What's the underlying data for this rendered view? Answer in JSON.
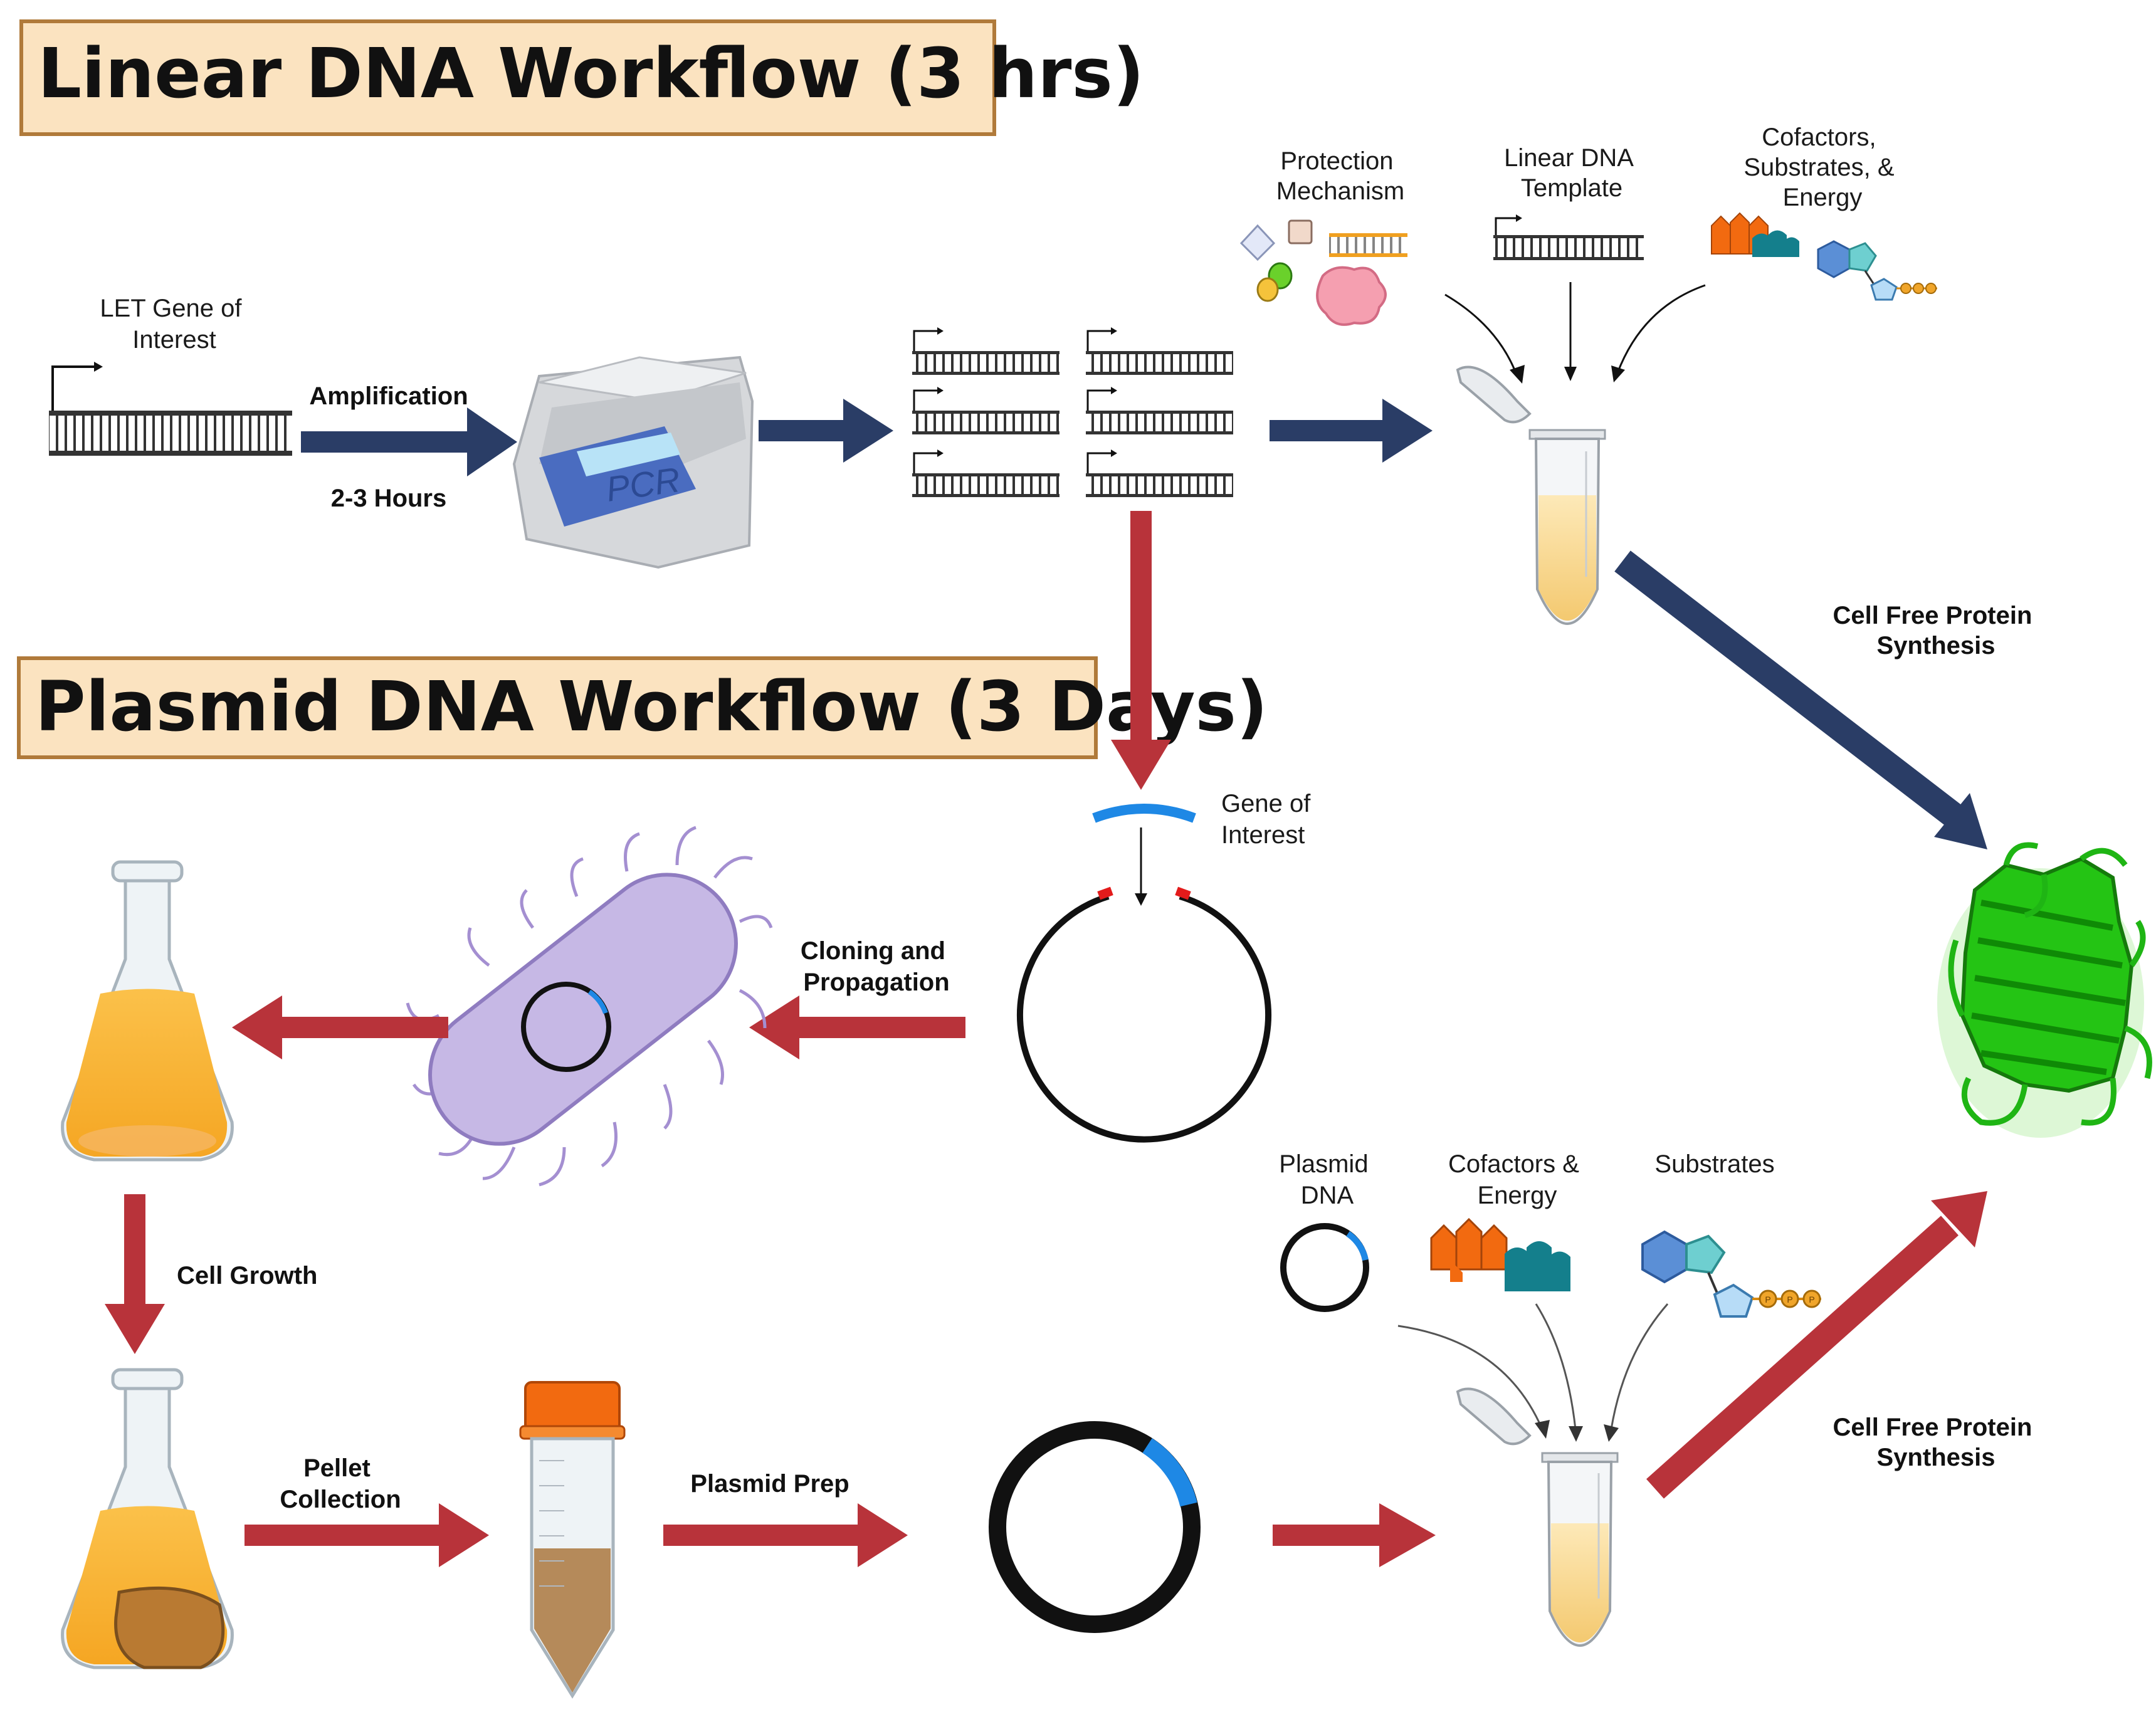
{
  "headers": {
    "linear": "Linear DNA Workflow (3 hrs)",
    "plasmid": "Plasmid DNA Workflow (3 Days)"
  },
  "labels": {
    "let_gene": [
      "LET Gene of",
      "Interest"
    ],
    "amplification": "Amplification",
    "hours": "2-3 Hours",
    "pcr": "PCR",
    "protection": [
      "Protection",
      "Mechanism"
    ],
    "linear_template": [
      "Linear DNA",
      "Template"
    ],
    "cofactors_top": [
      "Cofactors,",
      "Substrates, &",
      "Energy"
    ],
    "cfps_top": [
      "Cell Free Protein",
      "Synthesis"
    ],
    "gene_of_interest": [
      "Gene of",
      "Interest"
    ],
    "cloning": [
      "Cloning and",
      "Propagation"
    ],
    "cell_growth": "Cell Growth",
    "pellet": [
      "Pellet",
      "Collection"
    ],
    "plasmid_prep": "Plasmid Prep",
    "plasmid_dna": [
      "Plasmid",
      "DNA"
    ],
    "cofactors_bottom": [
      "Cofactors &",
      "Energy"
    ],
    "substrates": "Substrates",
    "cfps_bottom": [
      "Cell Free Protein",
      "Synthesis"
    ],
    "phosphate": "P"
  },
  "colors": {
    "navy_arrow": "#2a3d66",
    "red_arrow": "#b8333a",
    "header_fill": "#fbe3c0",
    "header_border": "#b07a3a",
    "gene_blue": "#1e88e5",
    "protein_green": "#2ecc1a"
  }
}
